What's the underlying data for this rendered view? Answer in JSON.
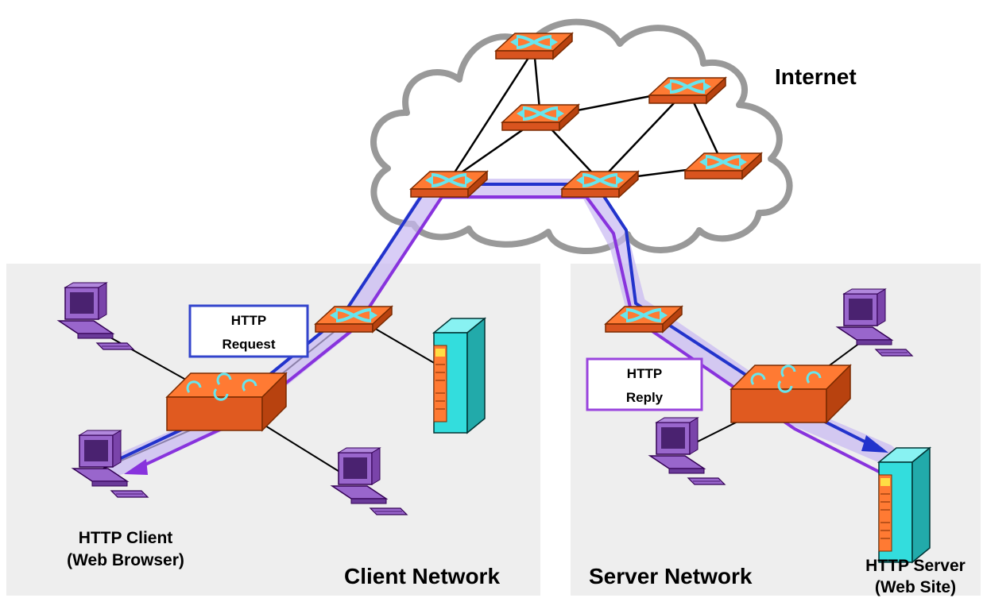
{
  "labels": {
    "internet": "Internet",
    "client_network": "Client Network",
    "server_network": "Server Network",
    "http_client_line1": "HTTP Client",
    "http_client_line2": "(Web Browser)",
    "http_server_line1": "HTTP Server",
    "http_server_line2": "(Web Site)",
    "request_line1": "HTTP",
    "request_line2": "Request",
    "reply_line1": "HTTP",
    "reply_line2": "Reply"
  },
  "icons": {
    "router": "router-icon",
    "hub": "hub-icon",
    "computer": "computer-icon",
    "server": "server-icon",
    "cloud": "cloud-icon"
  },
  "colors": {
    "network_panel": "#eeeeee",
    "router_top": "#ff7a33",
    "router_side": "#cc4a1a",
    "router_arrows": "#66e6ee",
    "computer": "#9966cc",
    "server": "#33dddd",
    "request_path": "#2233cc",
    "reply_path": "#8833dd",
    "request_box": "#3344cc",
    "reply_box": "#9944dd",
    "cloud_outline": "#999999"
  }
}
